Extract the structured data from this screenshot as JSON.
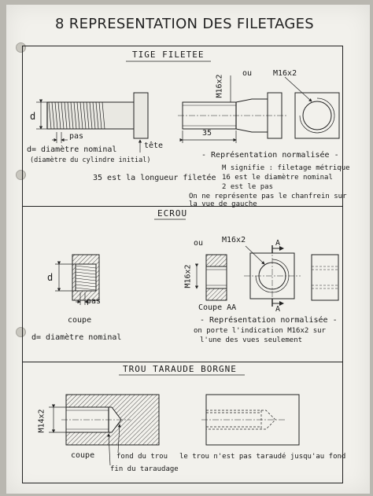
{
  "page": {
    "title": "8  REPRESENTATION DES FILETAGES"
  },
  "tige": {
    "heading": "TIGE  FILETEE",
    "dim_d": "d",
    "pas": "pas",
    "tete": "tête",
    "d_def": "d= diamètre nominal",
    "d_def_sub": "(diamètre du cylindre initial)",
    "longueur": "35  est  la  longueur  filetée",
    "ou": "ou",
    "m16_right": "M16x2",
    "m16_vertical": "M16x2",
    "dim_35": "35",
    "rep_norm": "- Représentation    normalisée -",
    "m_signifie": "M  signifie  :  filetage  métrique",
    "diam_nominal": "16  est  le  diamètre  nominal",
    "pas_line": "2  est  le  pas",
    "chanfrein": "On ne représente pas le chanfrein sur",
    "vue_gauche": "la  vue  de  gauche"
  },
  "ecrou": {
    "heading": "ECROU",
    "dim_d": "d",
    "pas": "pas",
    "coupe": "coupe",
    "d_def": "d= diamètre nominal",
    "ou": "ou",
    "m16_top": "M16x2",
    "m16_vertical": "M16x2",
    "label_a_top": "A",
    "label_a_bottom": "A",
    "coupe_aa": "Coupe AA",
    "rep_norm": "- Représentation    normalisée -",
    "indication": "on  porte  l'indication  M16x2  sur",
    "une_des_vues": "l'une  des  vues  seulement"
  },
  "trou": {
    "heading": "TROU  TARAUDE   BORGNE",
    "m14_vertical": "M14x2",
    "coupe": "coupe",
    "fond_trou": "fond du trou",
    "fin_taraudage": "fin du taraudage",
    "non_taraude": "le trou n'est pas taraudé jusqu'au fond"
  }
}
